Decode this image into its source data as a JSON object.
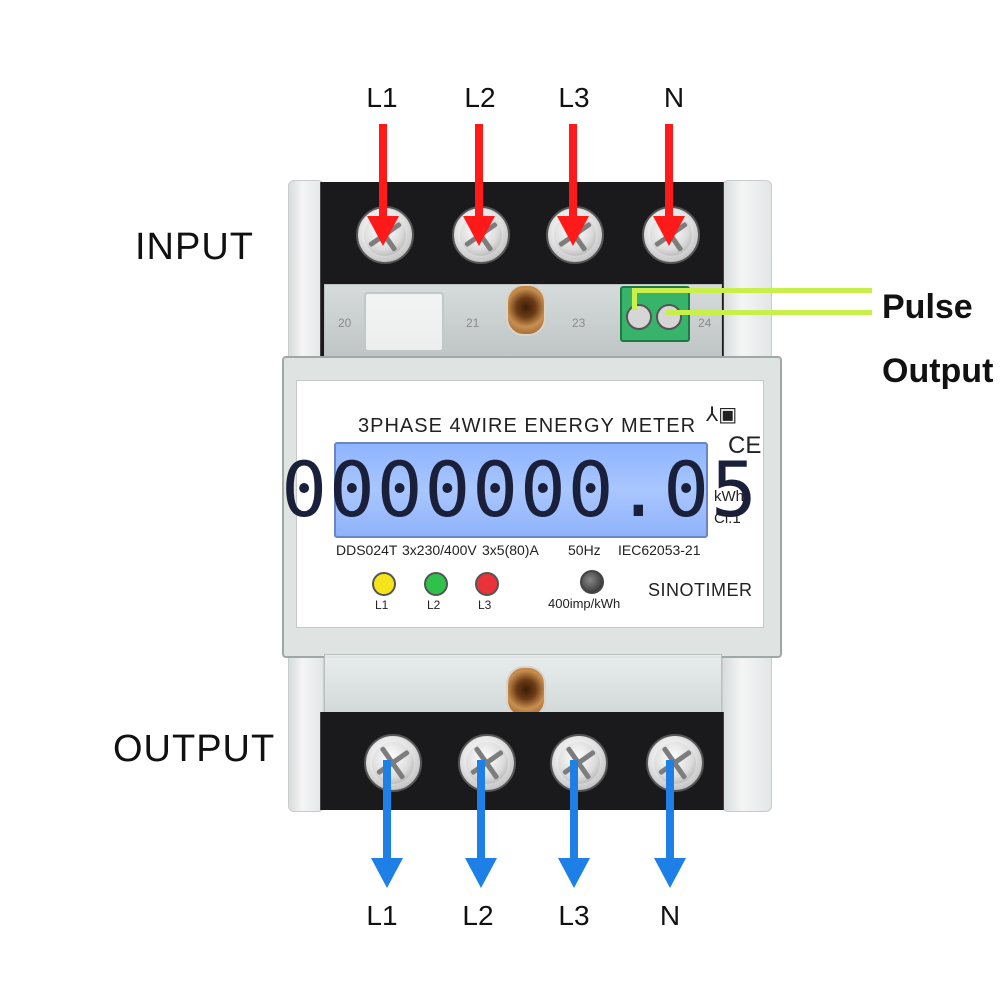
{
  "input": {
    "heading": "INPUT",
    "terminals": [
      "L1",
      "L2",
      "L3",
      "N"
    ]
  },
  "output": {
    "heading": "OUTPUT",
    "terminals": [
      "L1",
      "L2",
      "L3",
      "N"
    ]
  },
  "pulse": {
    "line1": "Pulse",
    "line2": "Output"
  },
  "meter": {
    "title": "3PHASE 4WIRE ENERGY METER",
    "reading": "0000000.05",
    "unit": "kWh",
    "accuracy_class": "Cl.1",
    "ce_mark": "CE",
    "spec_model": "DDS024T",
    "spec_voltage": "3x230/400V",
    "spec_current": "3x5(80)A",
    "spec_frequency": "50Hz",
    "spec_standard": "IEC62053-21",
    "brand": "SINOTIMER",
    "impulse_rate": "400imp/kWh",
    "leds": [
      {
        "label": "L1",
        "color": "#f5e31b"
      },
      {
        "label": "L2",
        "color": "#2fc24a"
      },
      {
        "label": "L3",
        "color": "#e8333a"
      }
    ],
    "pin_numbers": [
      "20",
      "21",
      "23",
      "24"
    ]
  },
  "colors": {
    "input_arrow": "#ff1a1a",
    "output_arrow": "#1e7fe6",
    "pulse_line": "#c9f04a",
    "lcd_backlight": "#9dbcff"
  }
}
